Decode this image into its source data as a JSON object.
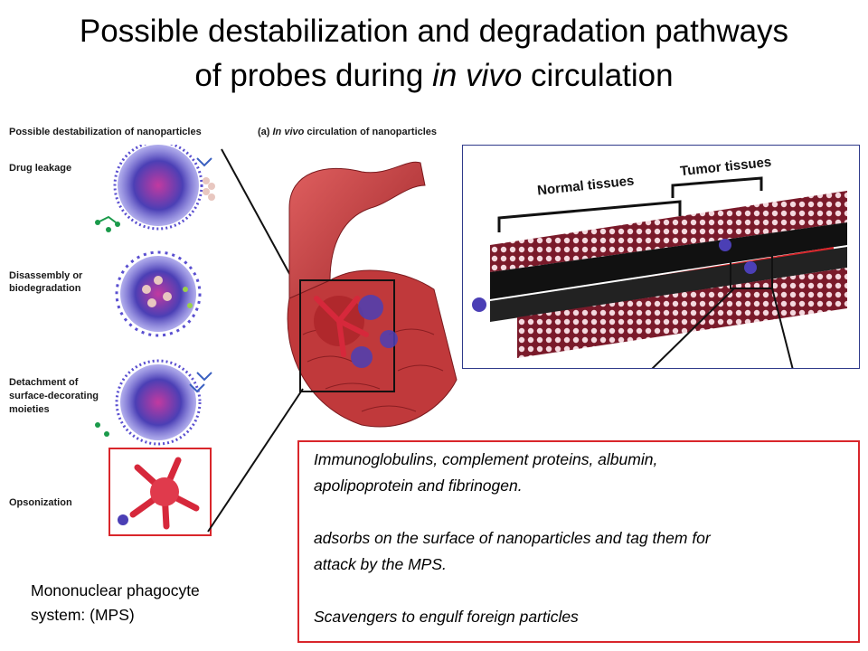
{
  "title": {
    "line1": "Possible destabilization and degradation pathways",
    "line2_pre": "of probes during ",
    "line2_em": "in vivo",
    "line2_post": " circulation"
  },
  "figure": {
    "left_header": "Possible destabilization of nanoparticles",
    "right_header_pre": "(a) ",
    "right_header_em": "In vivo",
    "right_header_post": " circulation of nanoparticles",
    "labels": {
      "drug_leakage": "Drug leakage",
      "disassembly_1": "Disassembly or",
      "disassembly_2": "biodegradation",
      "detachment_1": "Detachment of",
      "detachment_2": "surface-decorating",
      "detachment_3": "moieties",
      "opsonization": "Opsonization"
    },
    "inset": {
      "normal_tissues": "Normal tissues",
      "tumor_tissues": "Tumor tissues"
    }
  },
  "textbox": {
    "line1": "Immunoglobulins, complement proteins, albumin,",
    "line2": "apolipoprotein and fibrinogen.",
    "line3": "adsorbs on the surface of nanoparticles and tag them for",
    "line4": "attack by the MPS.",
    "line5": "Scavengers to engulf foreign particles"
  },
  "mps": {
    "line1": "Mononuclear phagocyte",
    "line2": "system: (MPS)"
  },
  "colors": {
    "highlight_border": "#d9262b",
    "inset_border": "#2f3a8a",
    "vessel": "#c0393b",
    "nanoparticle": "#4b3fb5"
  }
}
